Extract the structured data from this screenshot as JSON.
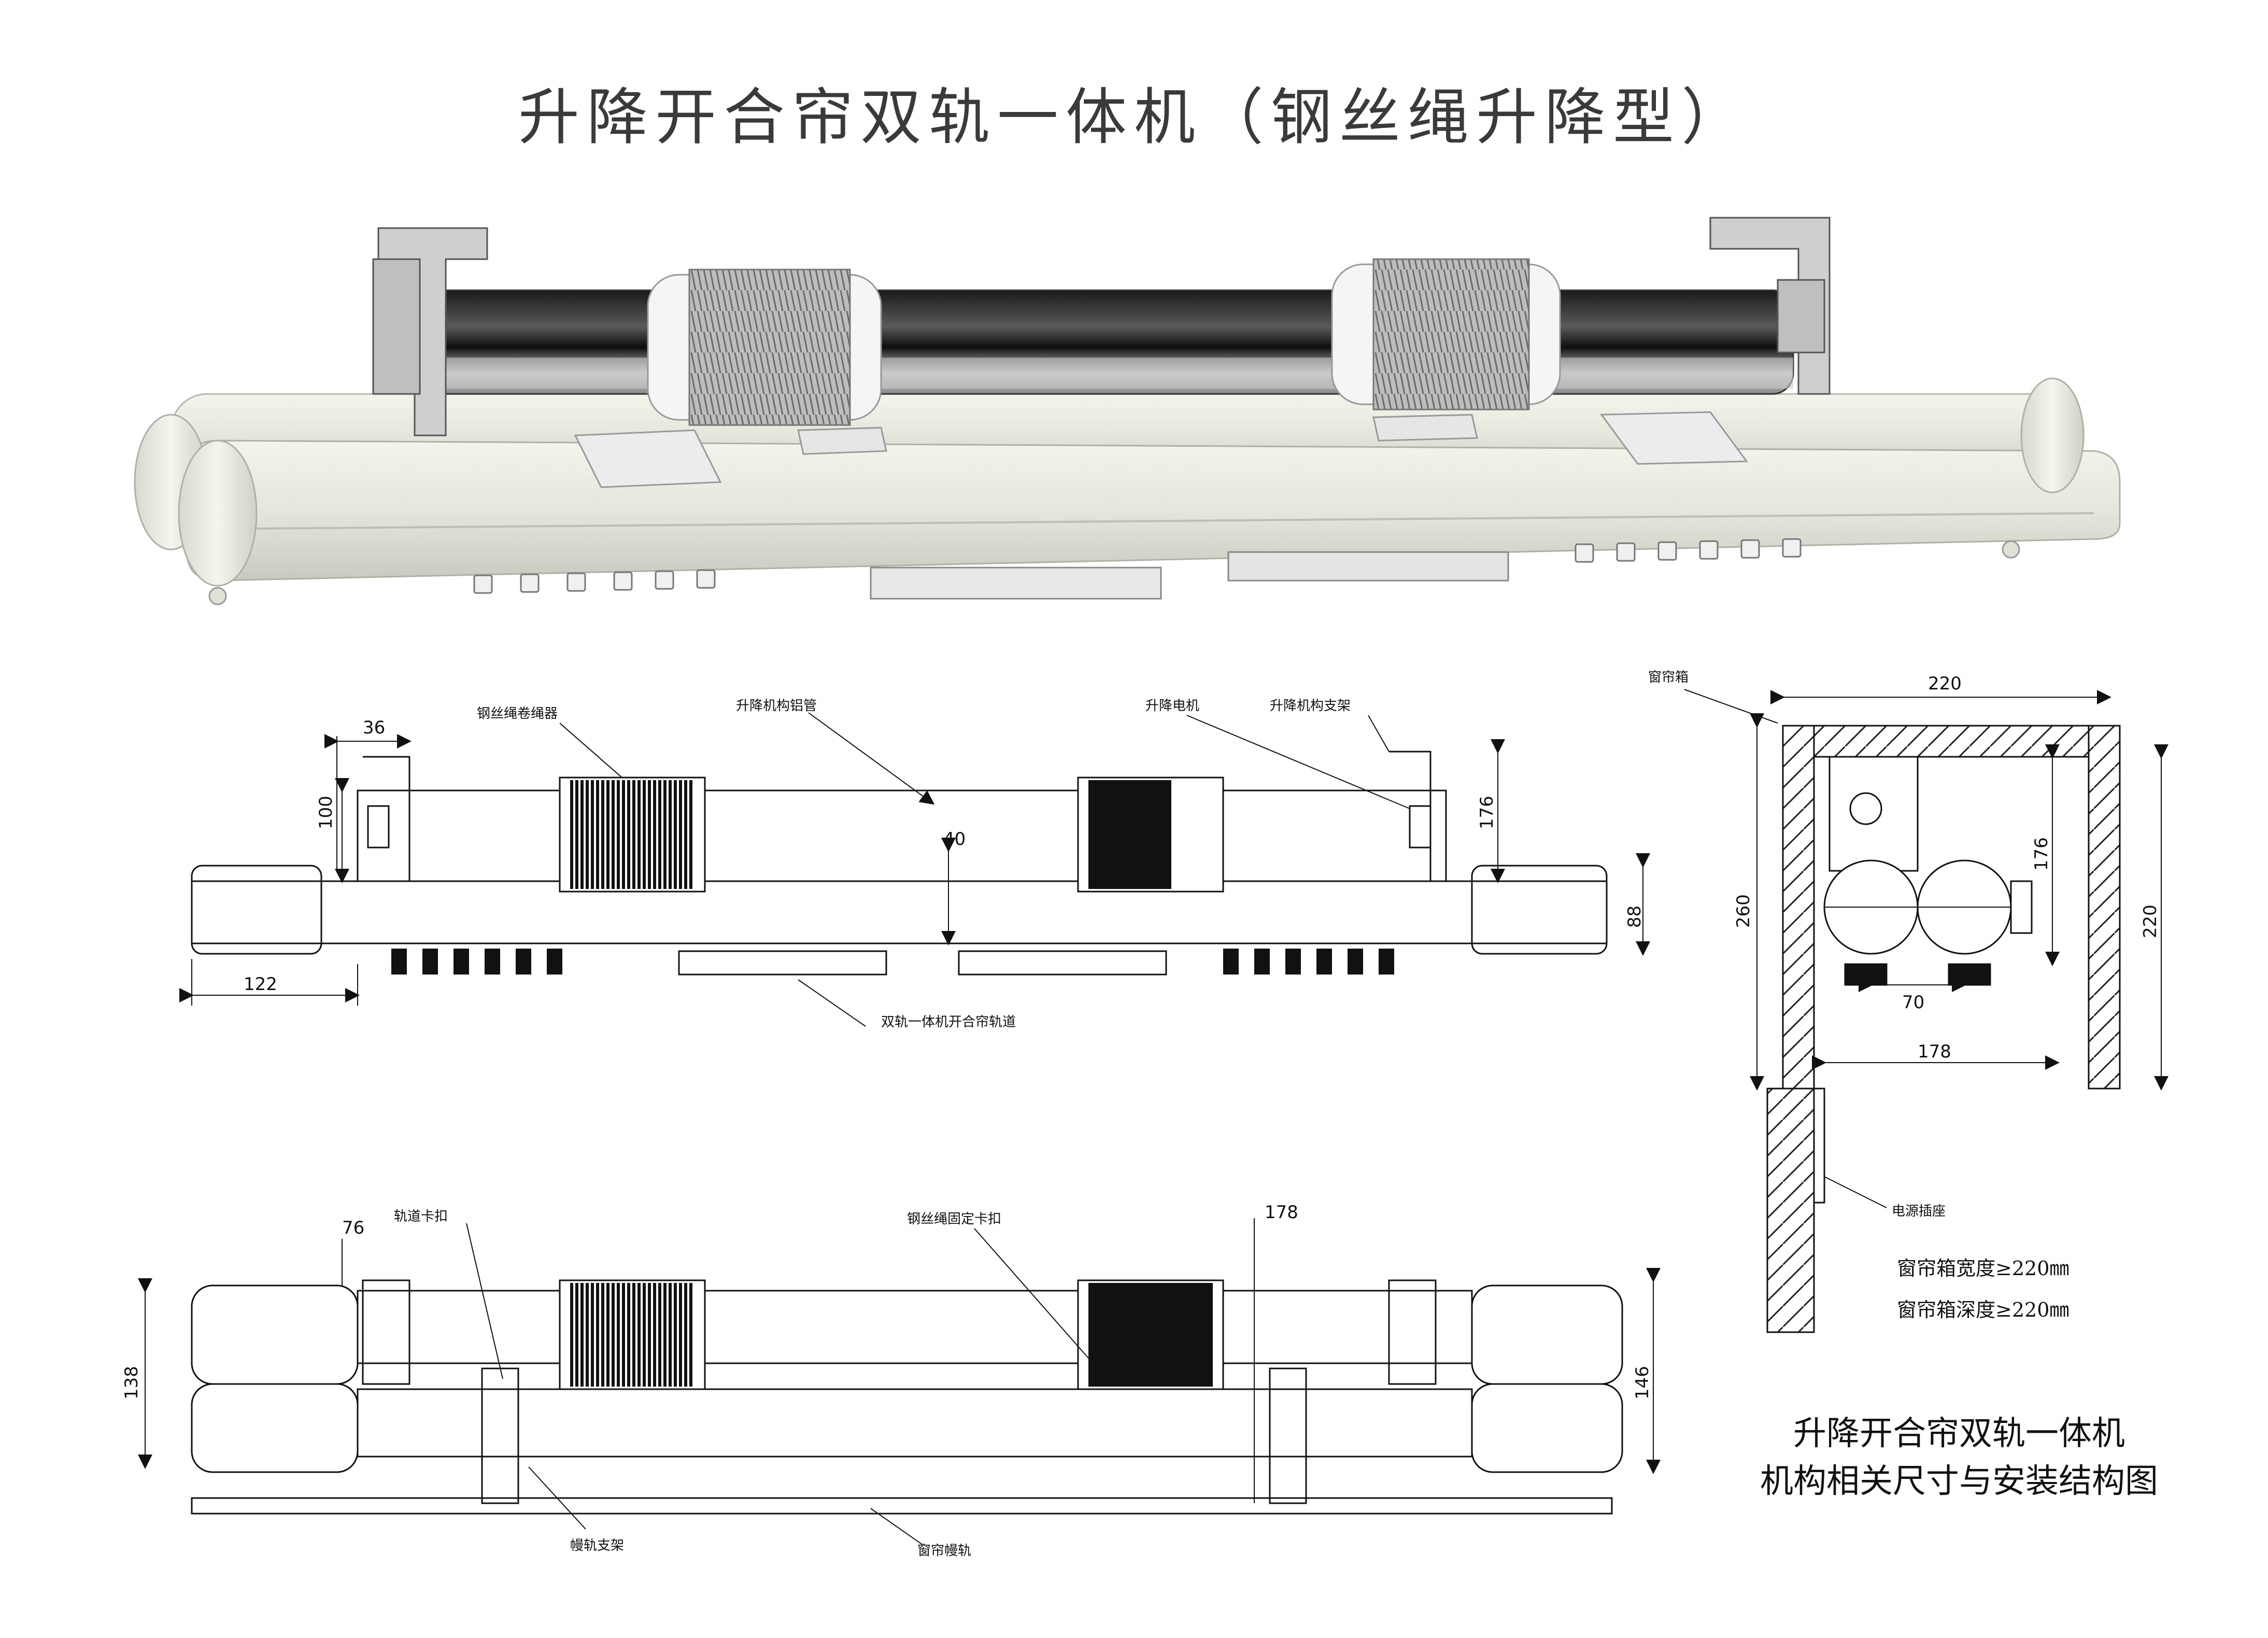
{
  "title": "升降开合帘双轨一体机（钢丝绳升降型）",
  "labels": {
    "wire_winder": "钢丝绳卷绳器",
    "lift_tube": "升降机构铝管",
    "lift_motor": "升降电机",
    "lift_bracket": "升降机构支架",
    "dual_track": "双轨一体机开合帘轨道",
    "track_clip": "轨道卡扣",
    "wire_clip": "钢丝绳固定卡扣",
    "valance_bracket": "幔轨支架",
    "valance_track": "窗帘幔轨",
    "curtain_box": "窗帘箱",
    "power_socket": "电源插座",
    "box_width": "窗帘箱宽度≥220㎜",
    "box_depth": "窗帘箱深度≥220㎜"
  },
  "dimensions": {
    "front_top_36": "36",
    "front_left_100": "100",
    "front_mid_40": "40",
    "front_right_176": "176",
    "front_right_88": "88",
    "front_bottom_122": "122",
    "top_left_76": "76",
    "top_mid_178": "178",
    "top_left_138": "138",
    "top_right_146": "146",
    "side_top_220": "220",
    "side_left_260": "260",
    "side_inner_176": "176",
    "side_right_220": "220",
    "side_70": "70",
    "side_178": "178"
  },
  "caption": {
    "line1": "升降开合帘双轨一体机",
    "line2": "机构相关尺寸与安装结构图"
  }
}
